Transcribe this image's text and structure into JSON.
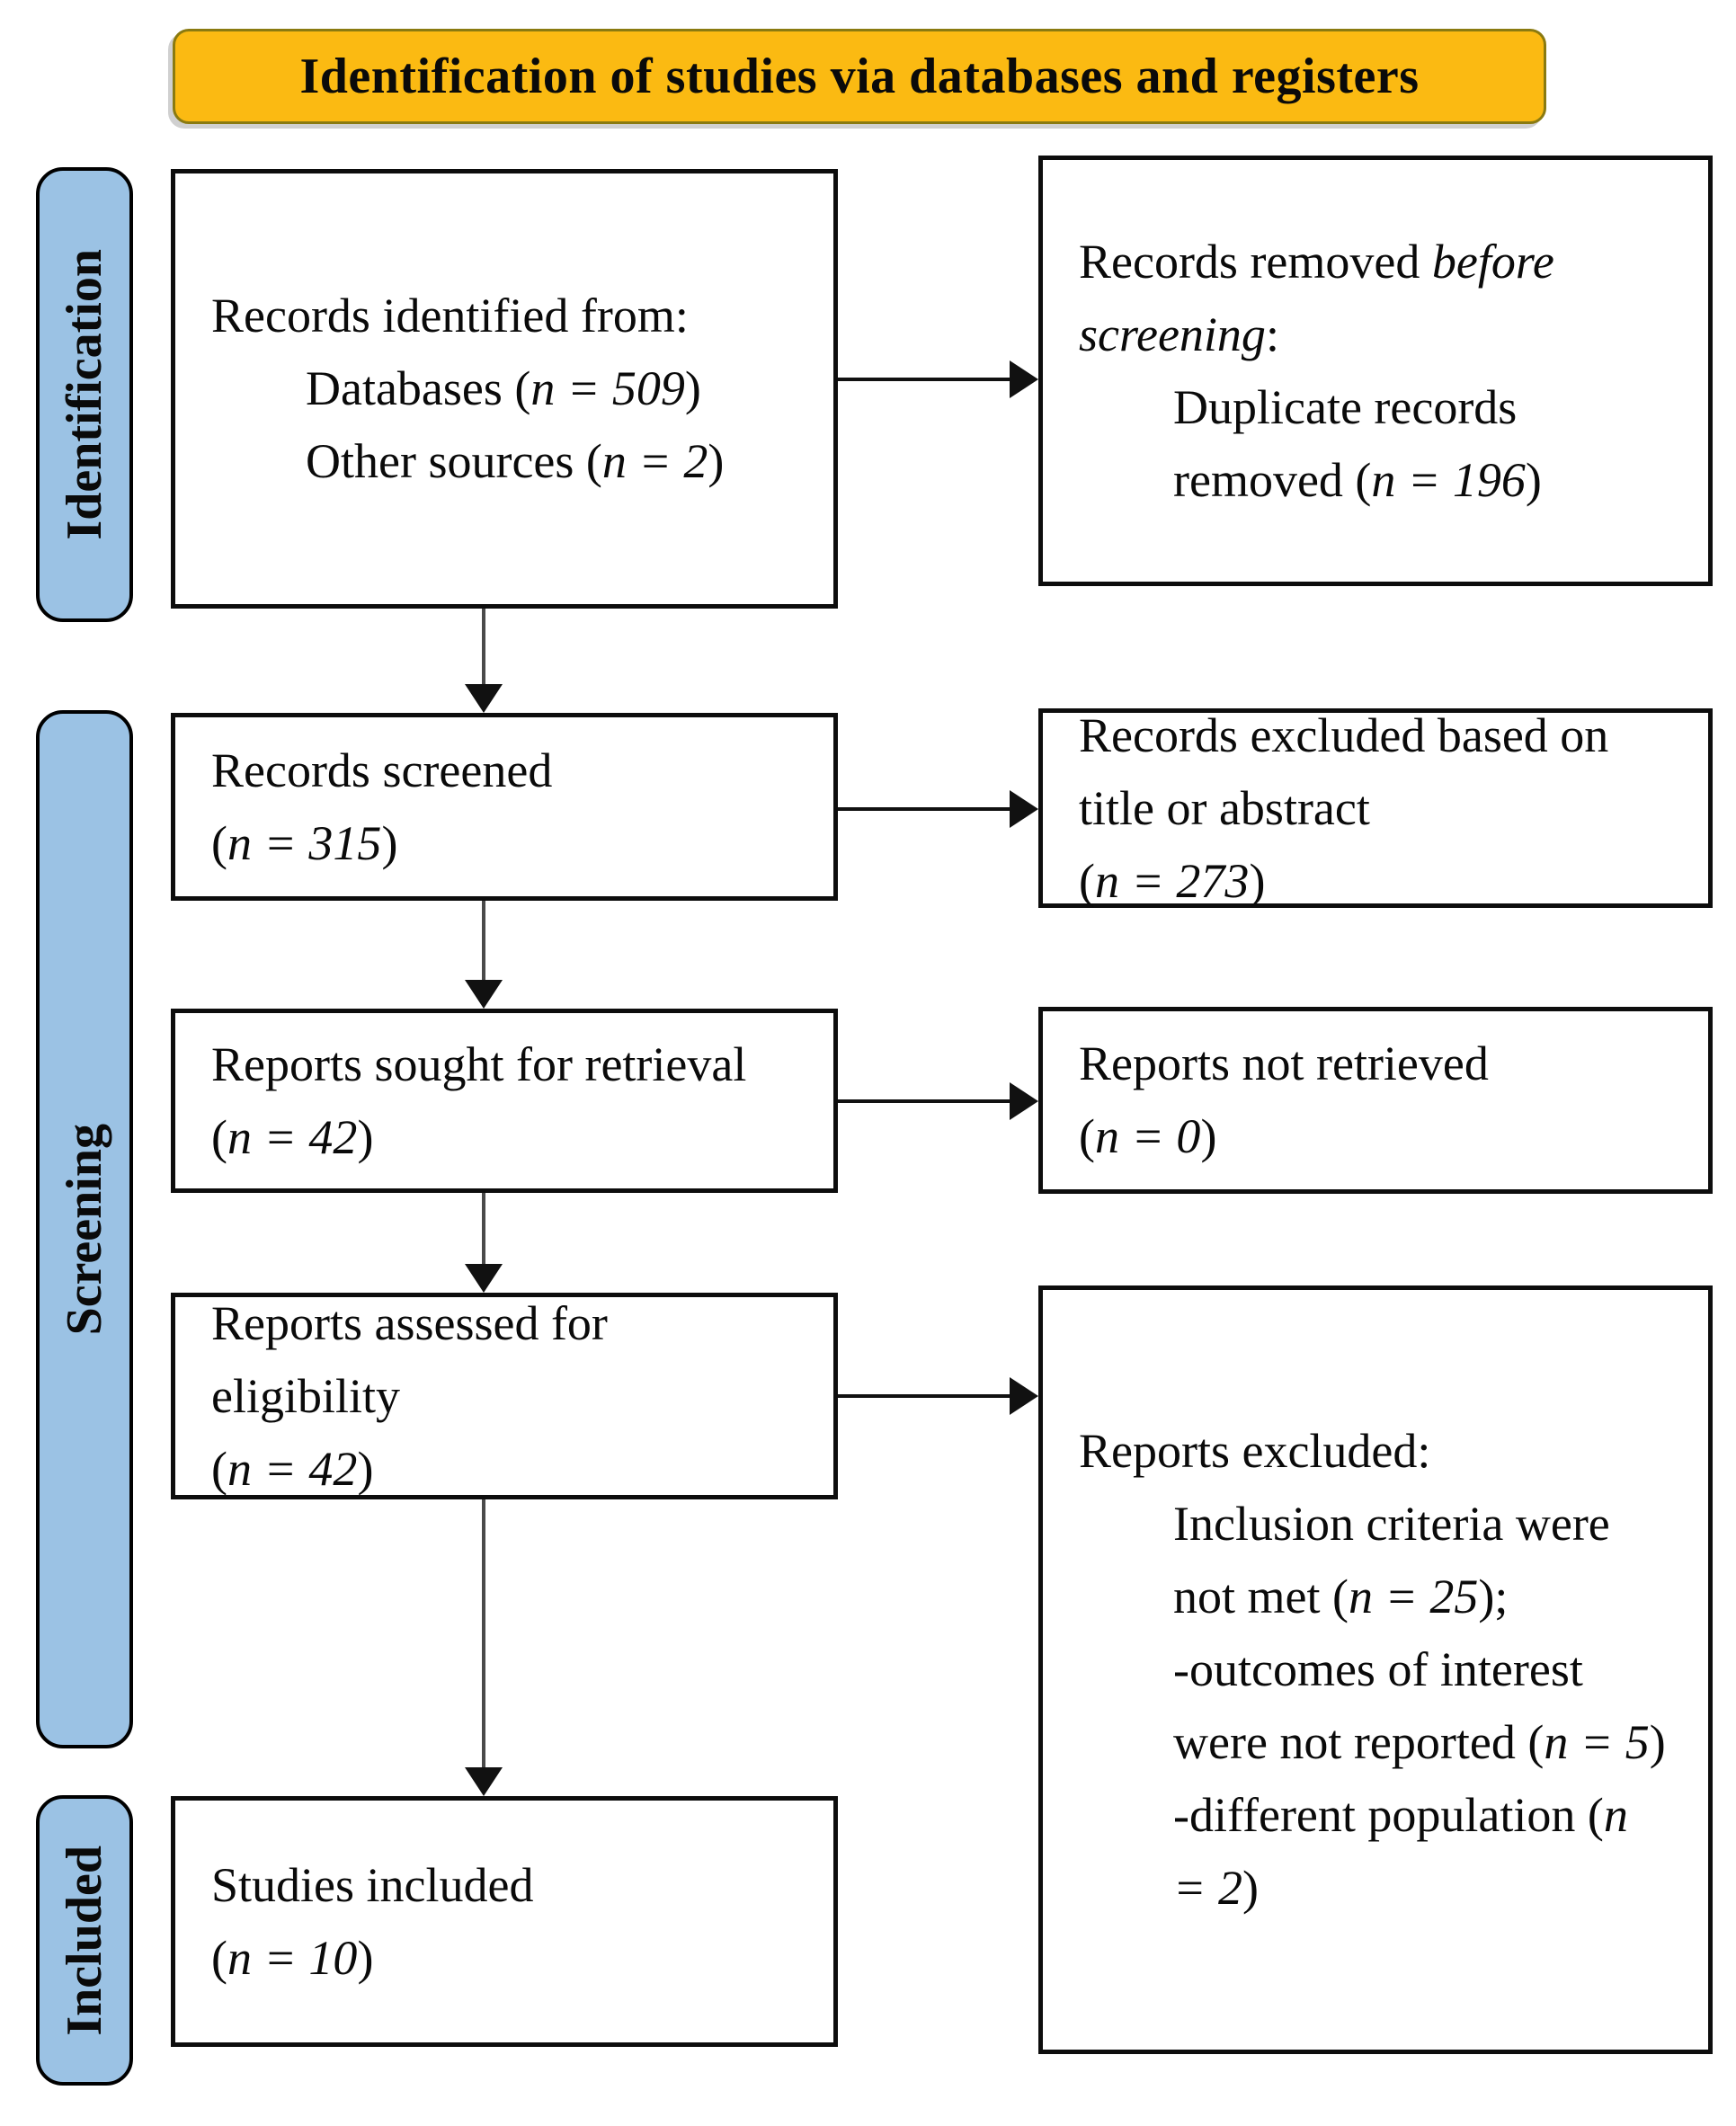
{
  "banner": {
    "label": "Identification of studies via databases and registers"
  },
  "sidebar": {
    "identification": "Identification",
    "screening": "Screening",
    "included": "Included"
  },
  "boxes": {
    "records_identified": {
      "heading": "Records identified from:",
      "item1_pre": "Databases (",
      "item1_n": "n = 509",
      "item1_post": ")",
      "item2_pre": "Other sources (",
      "item2_n": "n = 2",
      "item2_post": ")"
    },
    "records_removed": {
      "heading_pre": "Records removed ",
      "heading_italic": "before screening",
      "heading_post": ":",
      "item_pre": "Duplicate records removed (",
      "item_n": "n = 196",
      "item_post": ")"
    },
    "records_screened": {
      "label": "Records screened",
      "count_pre": "(",
      "count_n": "n = 315",
      "count_post": ")"
    },
    "records_excluded": {
      "label": "Records excluded based on title or abstract",
      "count_pre": "(",
      "count_n": "n = 273",
      "count_post": ")"
    },
    "reports_sought": {
      "label": "Reports sought for retrieval",
      "count_pre": "(",
      "count_n": "n = 42",
      "count_post": ")"
    },
    "reports_not_retrieved": {
      "label": "Reports not retrieved",
      "count_pre": "(",
      "count_n": "n = 0",
      "count_post": ")"
    },
    "reports_assessed": {
      "label": "Reports assessed for eligibility",
      "count_pre": "(",
      "count_n": "n = 42",
      "count_post": ")"
    },
    "reports_excluded": {
      "heading": "Reports excluded:",
      "item1_pre": "Inclusion criteria were not met (",
      "item1_n": "n = 25",
      "item1_post": ");",
      "item2_pre": "-outcomes of interest were not reported (",
      "item2_n": "n = 5",
      "item2_post": ")",
      "item3_pre": "-different population (",
      "item3_n": "n = 2",
      "item3_post": ")"
    },
    "studies_included": {
      "label": "Studies included",
      "count_pre": "(",
      "count_n": "n = 10",
      "count_post": ")"
    }
  },
  "colors": {
    "banner_bg": "#FBBA12",
    "sidebar_bg": "#9BC2E4",
    "box_border": "#000000",
    "arrow": "#111111",
    "text": "#0a0a0a"
  }
}
